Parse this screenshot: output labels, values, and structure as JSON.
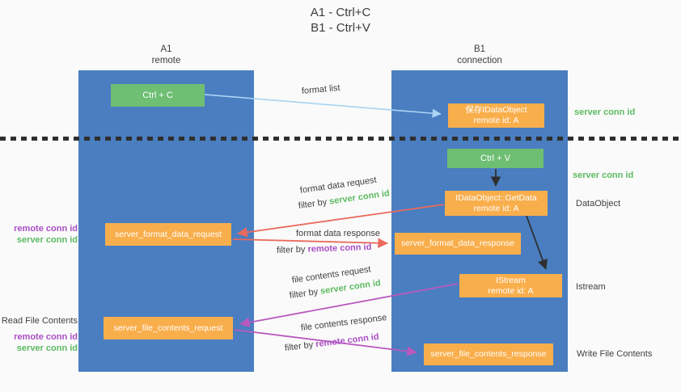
{
  "title": {
    "line1": "A1 - Ctrl+C",
    "line2": "B1 - Ctrl+V"
  },
  "lanes": {
    "a": {
      "title": "A1",
      "subtitle": "remote"
    },
    "b": {
      "title": "B1",
      "subtitle": "connection"
    }
  },
  "boxes": {
    "ctrl_c": {
      "label": "Ctrl + C"
    },
    "ctrl_v": {
      "label": "Ctrl + V"
    },
    "save_dataobject": {
      "line1": "保存IDataObject",
      "line2": "remote id: A"
    },
    "getdata": {
      "line1": "IDataObject::GetData",
      "line2": "remote id: A"
    },
    "istream": {
      "line1": "IStream",
      "line2": "remote id: A"
    },
    "format_request": {
      "label": "server_format_data_request"
    },
    "format_response": {
      "label": "server_format_data_response"
    },
    "file_request": {
      "label": "server_file_contents_request"
    },
    "file_response": {
      "label": "server_file_contents_response"
    }
  },
  "arrow_labels": {
    "format_list": "format list",
    "format_data_request": "format data request",
    "format_data_response": "format data response",
    "file_contents_request": "file contents request",
    "file_contents_response": "file contents response",
    "filter_by": "filter by",
    "server_conn_id": "server conn id",
    "remote_conn_id": "remote conn id"
  },
  "side_labels": {
    "right_server_conn_top": "server conn id",
    "right_server_conn_mid": "server conn id",
    "right_dataobject": "DataObject",
    "right_istream": "Istream",
    "right_write_file": "Write File Contents",
    "left_remote_conn_1": "remote conn id",
    "left_server_conn_1": "server conn id",
    "left_read_file": "Read File Contents",
    "left_remote_conn_2": "remote conn id",
    "left_server_conn_2": "server conn id"
  },
  "colors": {
    "lane_blue": "#4a7ec1",
    "box_orange": "#f9ae4c",
    "box_green": "#6ebe73",
    "server_conn_green": "#5cbb62",
    "remote_conn_purple": "#a94fc5",
    "request_arrow_red": "#e96a5c",
    "file_arrow_purple": "#b959be",
    "format_list_arrow_blue": "#aad4f2",
    "flow_arrow_black": "#2f2f2f",
    "text_dark": "#3f3f3f",
    "background": "#fafafa"
  }
}
